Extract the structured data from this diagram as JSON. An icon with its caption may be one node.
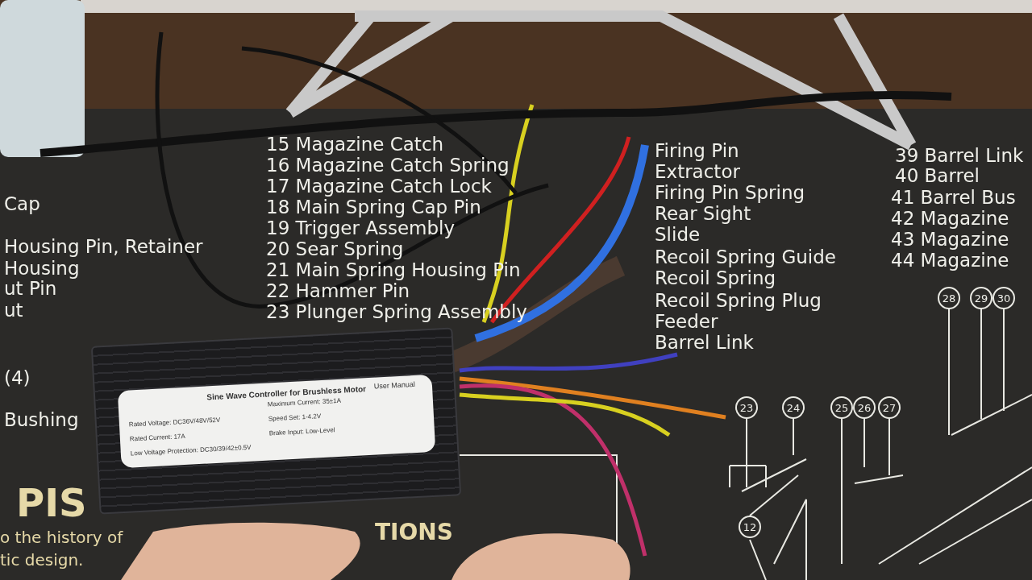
{
  "diagram": {
    "nodes": [
      {
        "text": [
          "Sine Wave Controller for Brushless Motor",
          "Rated Voltage: DC36V/48V/52V",
          "Rated Current: 17A",
          "Low Voltage Protection: DC30/39/42±0.5V",
          "Maximum Current: 35±1A",
          "Speed Set: 1-4.2V",
          "Brake Input: Low-Level",
          "User Manual"
        ]
      }
    ],
    "labels": [
      "15 Magazine Catch",
      "16 Magazine Catch Spring",
      "17 Magazine Catch Lock",
      "18 Main Spring Cap Pin",
      "19 Trigger Assembly",
      "20 Sear Spring",
      "21 Main Spring Housing Pin",
      "22 Hammer Pin",
      "23 Plunger Spring Assembly",
      "Cap",
      "Housing Pin, Retainer",
      "Housing",
      "ut Pin",
      "ut",
      "(4)",
      "Bushing",
      "Firing Pin",
      "Extractor",
      "Firing Pin Spring",
      "Rear Sight",
      "Slide",
      "Recoil Spring Guide",
      "Recoil Spring",
      "Recoil Spring Plug",
      "Feeder",
      "Barrel Link",
      "39 Barrel Link",
      "40 Barrel",
      "41 Barrel Bus",
      "42 Magazine",
      "43 Magazine",
      "44 Magazine",
      "28",
      "29",
      "30",
      "23",
      "24",
      "25",
      "26",
      "27",
      "12",
      "PIS",
      "TIONS",
      "o the history of",
      "tic design."
    ]
  }
}
